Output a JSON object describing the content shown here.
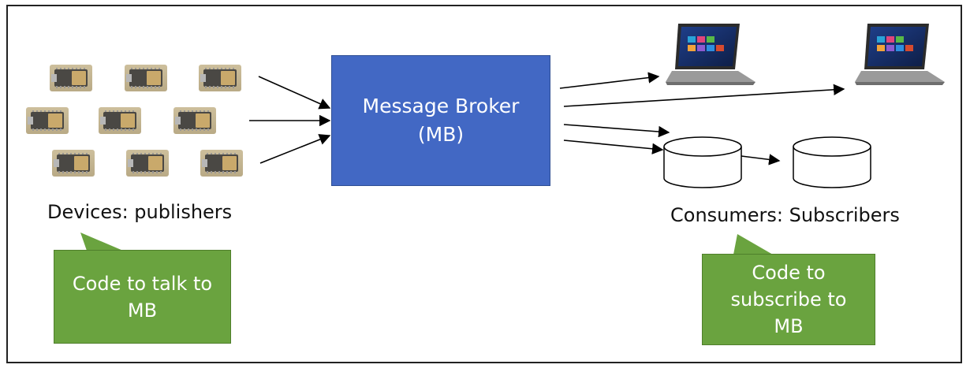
{
  "broker": {
    "line1": "Message Broker",
    "line2": "(MB)"
  },
  "publishers": {
    "label": "Devices: publishers",
    "count": 9
  },
  "subscribers": {
    "label": "Consumers: Subscribers",
    "laptops": 2,
    "databases": 2
  },
  "callout_publisher": {
    "text_line1": "Code to talk to",
    "text_line2": "MB"
  },
  "callout_subscriber": {
    "text_line1": "Code to",
    "text_line2": "subscribe to",
    "text_line3": "MB"
  },
  "colors": {
    "broker": "#4268c4",
    "callout": "#6aa33f",
    "frame": "#222222"
  }
}
